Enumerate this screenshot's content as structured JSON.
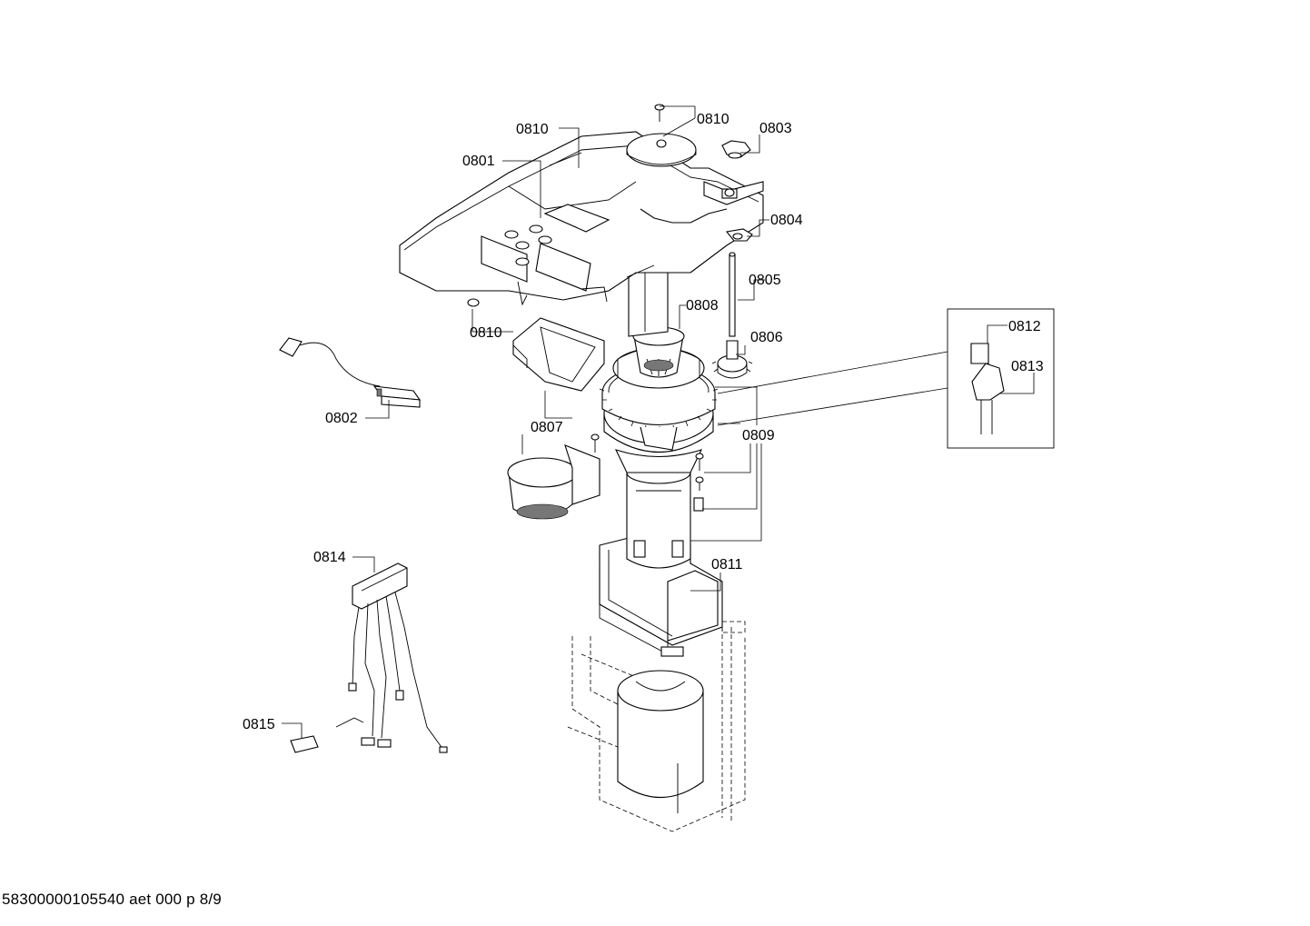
{
  "callouts": {
    "c0810_top": "0810",
    "c0810_right": "0810",
    "c0803": "0803",
    "c0801": "0801",
    "c0804": "0804",
    "c0805": "0805",
    "c0808": "0808",
    "c0810_mid": "0810",
    "c0806": "0806",
    "c0812": "0812",
    "c0813": "0813",
    "c0802": "0802",
    "c0807": "0807",
    "c0809": "0809",
    "c0814": "0814",
    "c0811": "0811",
    "c0815": "0815"
  },
  "footer": {
    "document_id": "58300000105540 aet 000 p 8/9"
  }
}
